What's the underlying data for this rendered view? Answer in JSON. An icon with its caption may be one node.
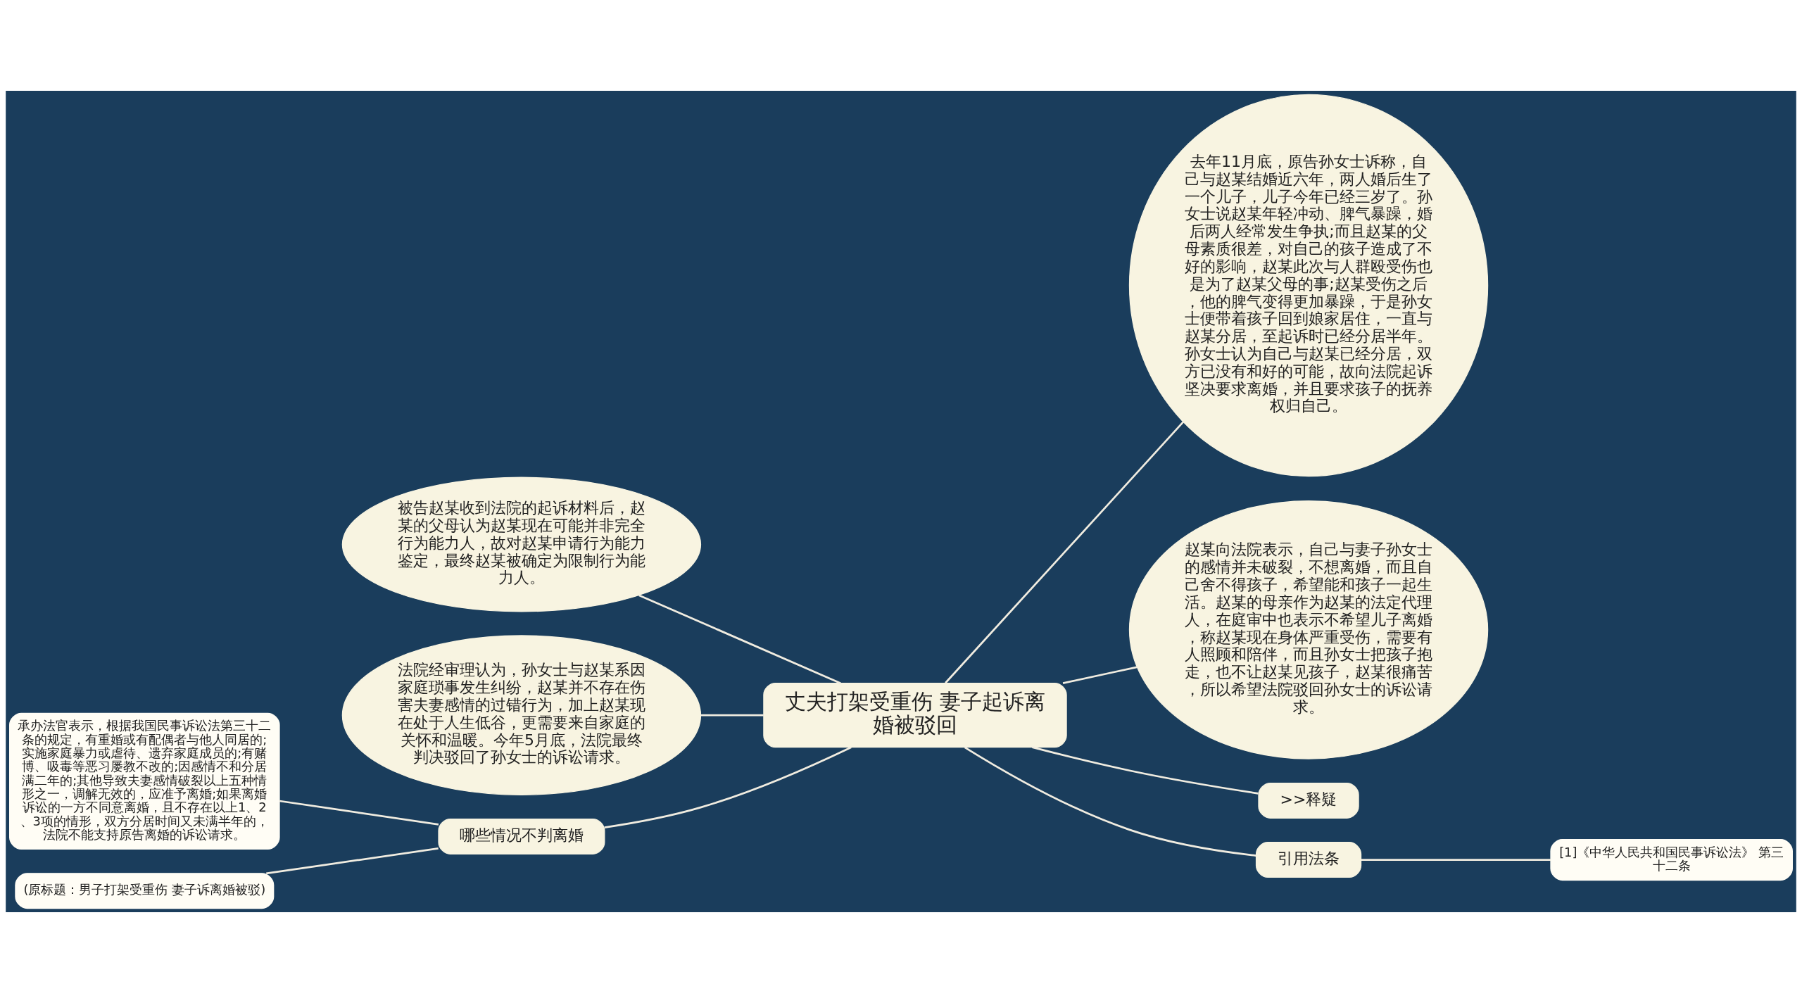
{
  "diagram": {
    "nodes": [
      {
        "text": [
          "丈夫打架受重伤 妻子起诉离婚被驳回"
        ]
      },
      {
        "text": [
          "被告赵某收到法院的起诉材料后，赵某的父母认为赵某现在可能并非完全行为能力人，故对赵某申请行为能力鉴定，最终赵某被确定为限制行为能力人。"
        ]
      },
      {
        "text": [
          "法院经审理认为，孙女士与赵某系因家庭琐事发生纠纷，赵某并不存在伤害夫妻感情的过错行为，加上赵某现在处于人生低谷，更需要来自家庭的关怀和温暖。今年5月底，法院最终判决驳回了孙女士的诉讼请求。"
        ]
      },
      {
        "text": [
          "哪些情况不判离婚"
        ]
      },
      {
        "text": [
          "承办法官表示，根据我国民事诉讼法第三十二条的规定，有重婚或有配偶者与他人同居的;实施家庭暴力或虐待、遗弃家庭成员的;有赌博、吸毒等恶习屡教不改的;因感情不和分居满二年的;其他导致夫妻感情破裂以上五种情形之一，调解无效的，应准予离婚;如果离婚诉讼的一方不同意离婚，且不存在以上1、2、3项的情形，双方分居时间又未满半年的，法院不能支持原告离婚的诉讼请求。"
        ]
      },
      {
        "text": [
          "(原标题：男子打架受重伤 妻子诉离婚被驳)"
        ]
      },
      {
        "text": [
          "去年11月底，原告孙女士诉称，自己与赵某结婚近六年，两人婚后生了一个儿子，儿子今年已经三岁了。孙女士说赵某年轻冲动、脾气暴躁，婚后两人经常发生争执;而且赵某的父母素质很差，对自己的孩子造成了不好的影响，赵某此次与人群殴受伤也是为了赵某父母的事;赵某受伤之后，他的脾气变得更加暴躁，于是孙女士便带着孩子回到娘家居住，一直与赵某分居，至起诉时已经分居半年。孙女士认为自己与赵某已经分居，双方已没有和好的可能，故向法院起诉坚决要求离婚，并且要求孩子的抚养权归自己。"
        ]
      },
      {
        "text": [
          "赵某向法院表示，自己与妻子孙女士的感情并未破裂，不想离婚，而且自己舍不得孩子，希望能和孩子一起生活。赵某的母亲作为赵某的法定代理人，在庭审中也表示不希望儿子离婚，称赵某现在身体严重受伤，需要有人照顾和陪伴，而且孙女士把孩子抱走，也不让赵某见孩子，赵某很痛苦，所以希望法院驳回孙女士的诉讼请求。"
        ]
      },
      {
        "text": [
          ">>释疑"
        ]
      },
      {
        "text": [
          "引用法条"
        ]
      },
      {
        "text": [
          "[1]《中华人民共和国民事诉讼法》 第三十二条"
        ]
      }
    ],
    "edges": [
      {
        "from": 0,
        "to": 1,
        "arrow": "none"
      },
      {
        "from": 0,
        "to": 2,
        "arrow": "none"
      },
      {
        "from": 0,
        "to": 3,
        "arrow": "none"
      },
      {
        "from": 3,
        "to": 4,
        "arrow": "none"
      },
      {
        "from": 3,
        "to": 5,
        "arrow": "none"
      },
      {
        "from": 0,
        "to": 6,
        "arrow": "none"
      },
      {
        "from": 0,
        "to": 7,
        "arrow": "none"
      },
      {
        "from": 0,
        "to": 8,
        "arrow": "none"
      },
      {
        "from": 0,
        "to": 9,
        "arrow": "none"
      },
      {
        "from": 9,
        "to": 10,
        "arrow": "none"
      }
    ]
  }
}
